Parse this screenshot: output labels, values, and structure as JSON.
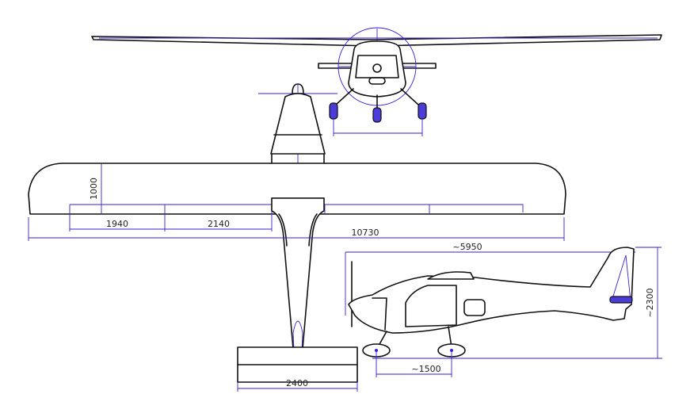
{
  "colors": {
    "dimension": "#3a1fd6",
    "outline": "#111111",
    "background": "#ffffff"
  },
  "dimensions": {
    "chord": "1000",
    "flap_span": "1940",
    "aileron_span": "2140",
    "wingspan": "10730",
    "length": "~5950",
    "height": "~2300",
    "wheelbase": "~1500",
    "stabilizer_span": "2400"
  }
}
